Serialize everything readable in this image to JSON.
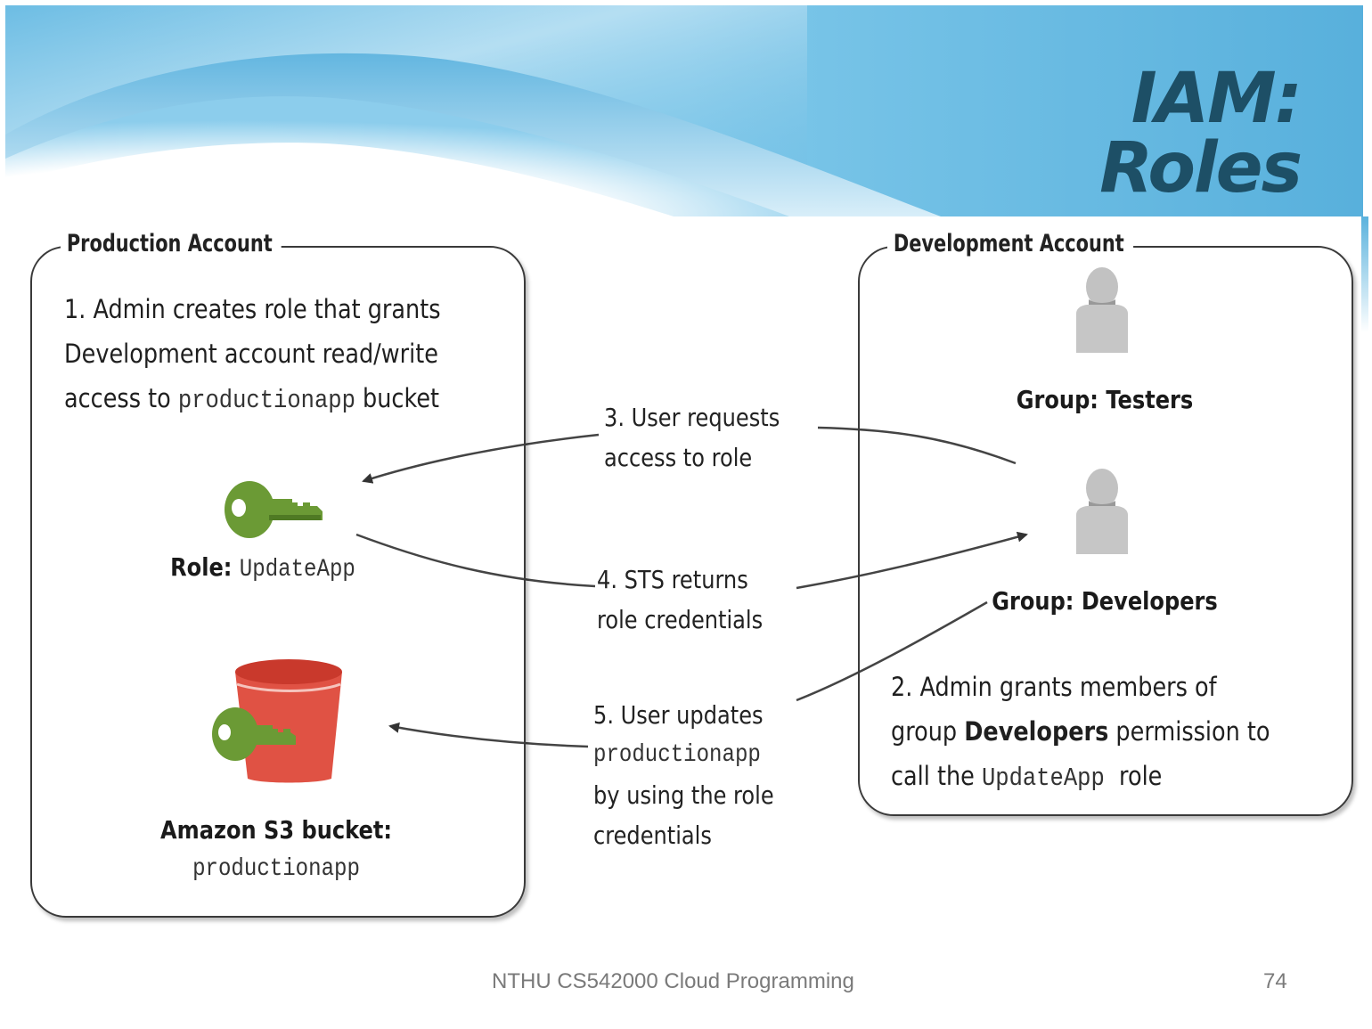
{
  "slide": {
    "title": "IAM: Roles",
    "footer_course": "NTHU CS542000 Cloud Programming",
    "page_number": "74"
  },
  "colors": {
    "title": "#1d4f66",
    "banner_blue": "#5ab2dd",
    "key_green": "#6b9a35",
    "bucket_red": "#e05244",
    "user_gray": "#c0c0c0"
  },
  "production_account": {
    "label": "Production Account",
    "step1": {
      "line1": "1. Admin creates role that grants",
      "line2": "Development account read/write",
      "line3_prefix": "access to ",
      "line3_code": "productionapp",
      "line3_suffix": " bucket"
    },
    "role": {
      "icon": "key-icon",
      "label_prefix": "Role: ",
      "label_code": "UpdateApp"
    },
    "bucket": {
      "icon": "s3-bucket-key-icon",
      "label": "Amazon S3 bucket:",
      "name": "productionapp"
    }
  },
  "development_account": {
    "label": "Development Account",
    "groups": [
      {
        "icon": "user-icon",
        "label": "Group: Testers"
      },
      {
        "icon": "user-icon",
        "label": "Group: Developers"
      }
    ],
    "step2": {
      "line1": "2. Admin grants members of",
      "line2_prefix": "group ",
      "line2_bold": "Developers",
      "line2_suffix": " permission to",
      "line3_prefix": "call the ",
      "line3_code": "UpdateApp",
      "line3_suffix": "  role"
    }
  },
  "flow_steps": {
    "step3": {
      "line1": "3. User requests",
      "line2": "access to role"
    },
    "step4": {
      "line1": "4. STS returns",
      "line2": "role credentials"
    },
    "step5": {
      "line1": "5. User updates",
      "line2_code": "productionapp",
      "line3": "by using the role",
      "line4": "credentials"
    }
  }
}
